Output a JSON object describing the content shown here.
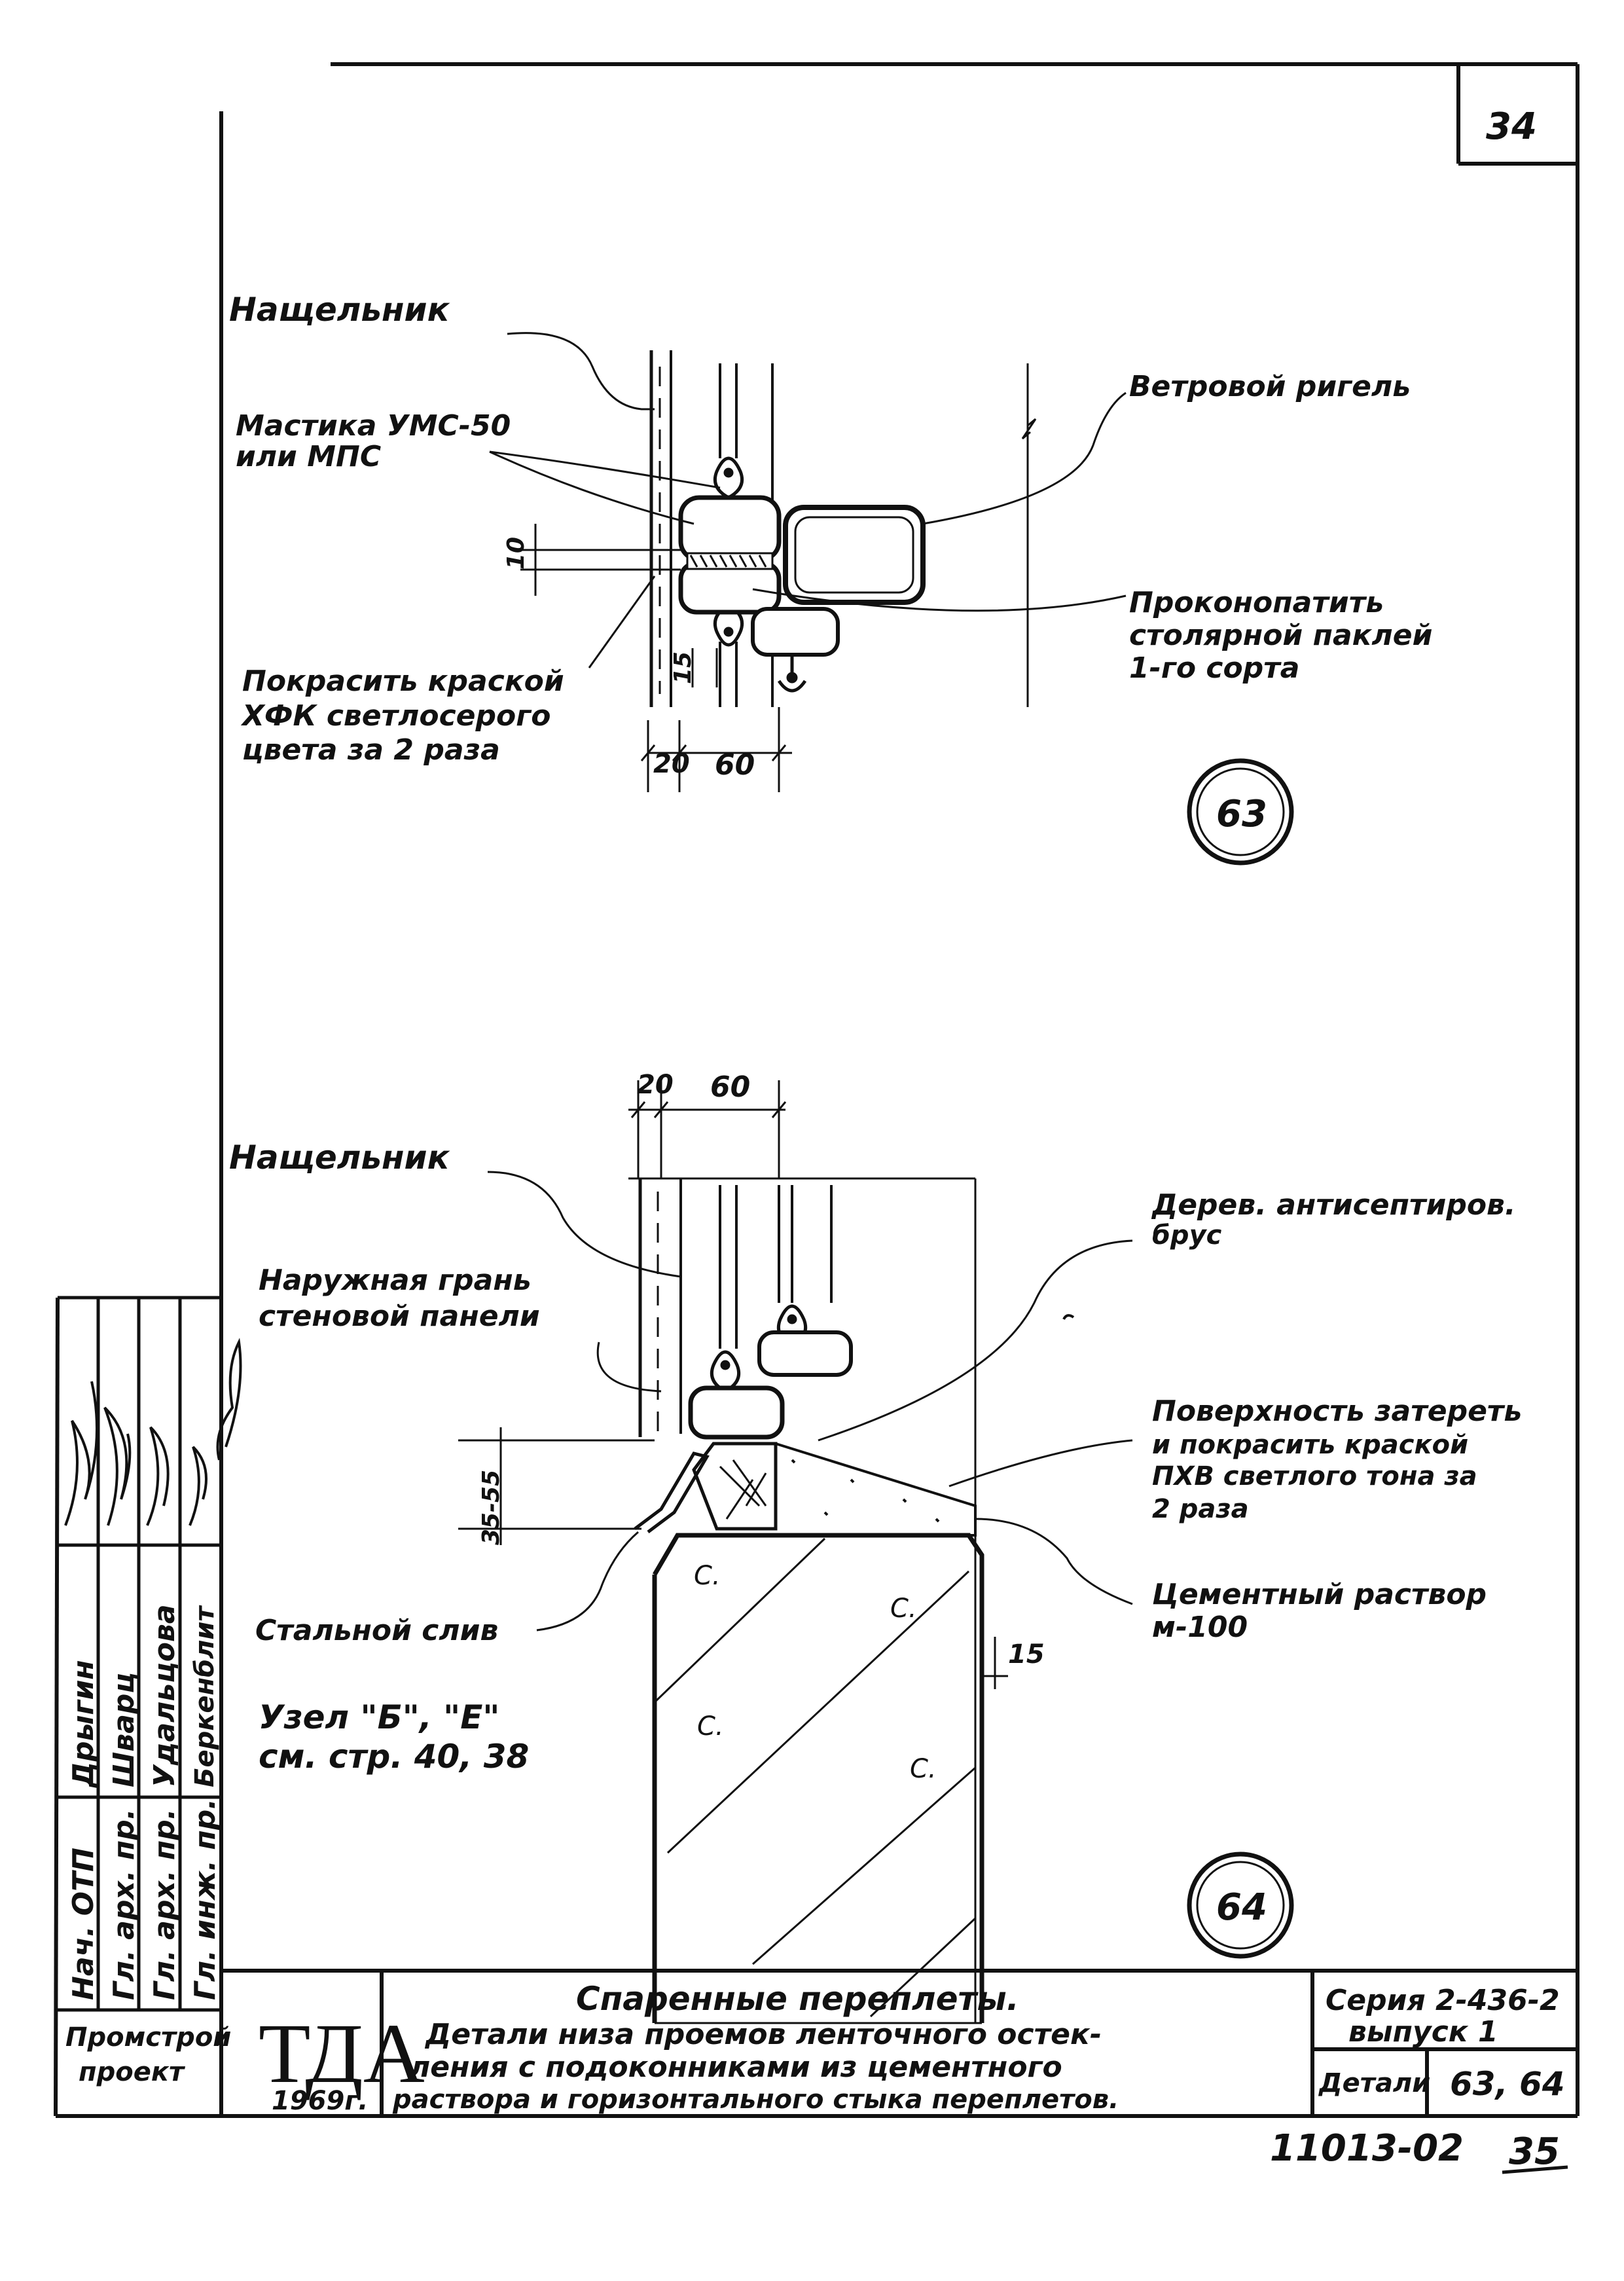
{
  "sheet": {
    "page_number": "34",
    "footer_code": "11013-02",
    "footer_page": "35"
  },
  "detail_63": {
    "number": "63",
    "labels": {
      "nashchelnik": "Нащельник",
      "mastika_1": "Мастика УМС-50",
      "mastika_2": "или МПС",
      "rigel": "Ветровой ригель",
      "prokonopatit_1": "Проконопатить",
      "prokonopatit_2": "столярной паклей",
      "prokonopatit_3": "1-го сорта",
      "pokrasit_1": "Покрасить краской",
      "pokrasit_2": "ХФК светлосерого",
      "pokrasit_3": "цвета за 2 раза"
    },
    "dims": {
      "d10": "10",
      "d15": "15",
      "d20": "20",
      "d60": "60"
    }
  },
  "detail_64": {
    "number": "64",
    "labels": {
      "nashchelnik": "Нащельник",
      "gran_1": "Наружная грань",
      "gran_2": "стеновой панели",
      "brus_1": "Дерев. антисептиров.",
      "brus_2": "брус",
      "poverh_1": "Поверхность затереть",
      "poverh_2": "и покрасить краской",
      "poverh_3": "ПХВ светлого тона за",
      "poverh_4": "2 раза",
      "rastvor_1": "Цементный раствор",
      "rastvor_2": "м-100",
      "sliv": "Стальной слив",
      "uzel_1": "Узел \"Б\", \"Е\"",
      "uzel_2": "см. стр. 40, 38"
    },
    "dims": {
      "d20": "20",
      "d60": "60",
      "d3555": "35-55",
      "d15": "15"
    }
  },
  "signatures": {
    "rows": [
      {
        "role": "Нач. ОТП",
        "name": "Дрыгин"
      },
      {
        "role": "Гл. арх. пр.",
        "name": "Шварц"
      },
      {
        "role": "Гл. арх. пр.",
        "name": "Удальцова"
      },
      {
        "role": "Гл. инж. пр.",
        "name": "Беркенблит"
      }
    ]
  },
  "title_block": {
    "org_1": "Промстрой",
    "org_2": "проект",
    "logo": "ТДА",
    "year": "1969г.",
    "title_1": "Спаренные переплеты.",
    "title_2": "Детали низа проемов ленточного остек-",
    "title_3": "ления с подоконниками из цементного",
    "title_4": "раствора и горизонтального стыка переплетов.",
    "series_1": "Серия 2-436-2",
    "series_2": "выпуск 1",
    "details_label": "Детали",
    "details_value": "63, 64"
  }
}
